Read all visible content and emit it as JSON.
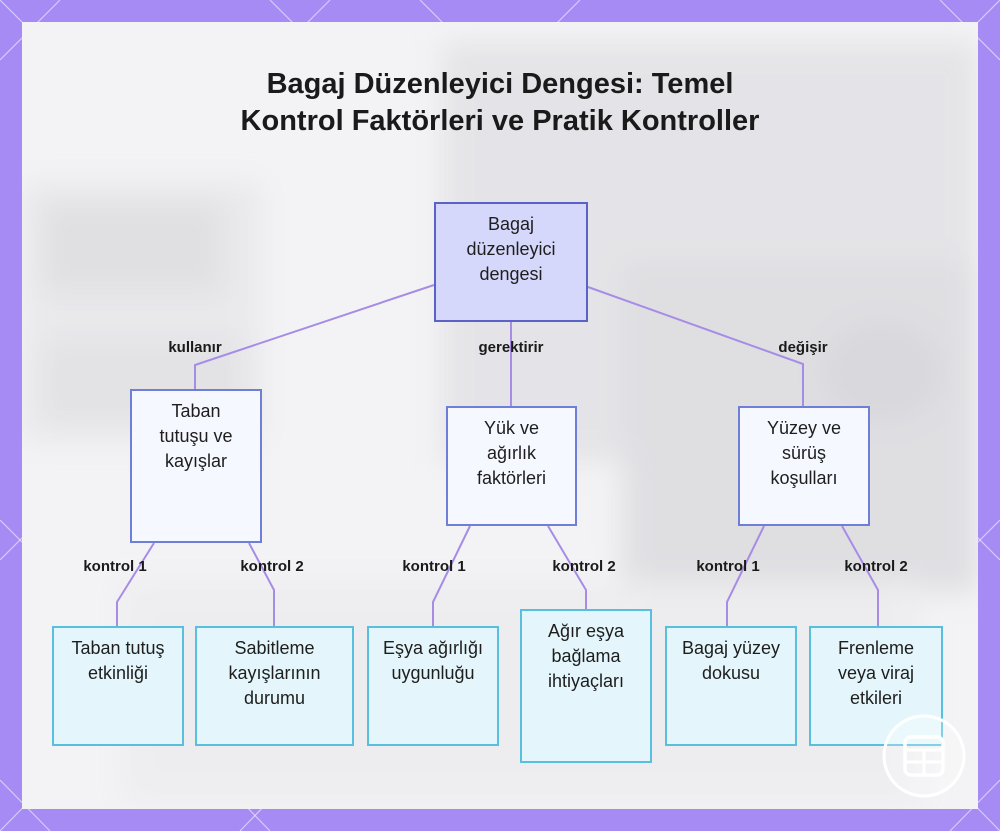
{
  "title": "Bagaj Düzenleyici Dengesi: Temel Kontrol Faktörleri ve Pratik Kontroller",
  "colors": {
    "frame": "#a58bf3",
    "connector": "#a78ce6",
    "root_fill": "#d6d8fb",
    "root_border": "#5a62c8",
    "mid_fill": "#f6f8ff",
    "mid_border": "#6f7fd8",
    "leaf_fill": "#e4f6fb",
    "leaf_border": "#58c0de"
  },
  "root": {
    "label": "Bagaj düzenleyici dengesi"
  },
  "branches": [
    {
      "relation": "kullanır",
      "label": "Taban tutuşu ve kayışlar",
      "checks": [
        {
          "relation": "kontrol 1",
          "label": "Taban tutuş etkinliği"
        },
        {
          "relation": "kontrol 2",
          "label": "Sabitleme kayışlarının durumu"
        }
      ]
    },
    {
      "relation": "gerektirir",
      "label": "Yük ve ağırlık faktörleri",
      "checks": [
        {
          "relation": "kontrol 1",
          "label": "Eşya ağırlığı uygunluğu"
        },
        {
          "relation": "kontrol 2",
          "label": "Ağır eşya bağlama ihtiyaçları"
        }
      ]
    },
    {
      "relation": "değişir",
      "label": "Yüzey ve sürüş koşulları",
      "checks": [
        {
          "relation": "kontrol 1",
          "label": "Bagaj yüzey dokusu"
        },
        {
          "relation": "kontrol 2",
          "label": "Frenleme veya viraj etkileri"
        }
      ]
    }
  ],
  "logo_icon": "grid-logo-icon"
}
